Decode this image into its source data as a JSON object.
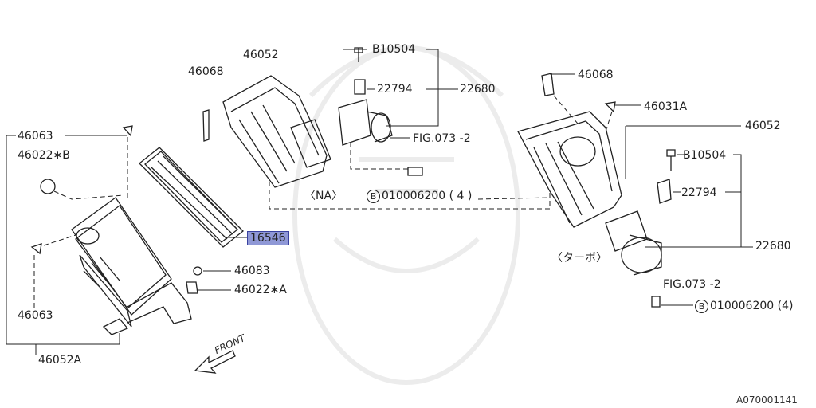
{
  "labels": {
    "p46052_na": "46052",
    "p46068_na": "46068",
    "p46063_top": "46063",
    "p46022b": "46022∗B",
    "p46063_bot": "46063",
    "p46052a": "46052A",
    "p16546": "16546",
    "p46083": "46083",
    "p46022a": "46022∗A",
    "pB10504_na": "B10504",
    "p22794_na": "22794",
    "p22680_na": "22680",
    "fig_na": "FIG.073 -2",
    "na_note": "〈NA〉",
    "bolt_na": "010006200 ( 4  )",
    "bolt_circ": "B",
    "p46068_t": "46068",
    "p46031a": "46031A",
    "p46052_t": "46052",
    "pB10504_t": "B10504",
    "p22794_t": "22794",
    "p22680_t": "22680",
    "turbo_note": "〈ターボ〉",
    "fig_t": "FIG.073 -2",
    "bolt_t": "010006200 (4)",
    "front": "FRONT",
    "footer_code": "A070001141"
  },
  "colors": {
    "line": "#222222",
    "highlight": "#8f98d6",
    "watermark": "#ececec"
  }
}
